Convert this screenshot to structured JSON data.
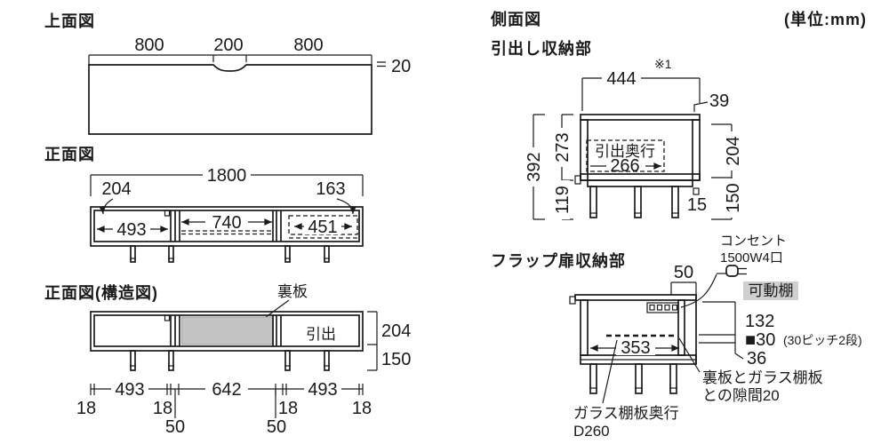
{
  "unit_note": "(単位:mm)",
  "colors": {
    "line": "#1a1a1a",
    "panel_fill": "#c4c4c4",
    "badge_bg": "#cfcfcf"
  },
  "top_view": {
    "title": "上面図",
    "dim_left": "800",
    "dim_center": "200",
    "dim_right": "800",
    "thickness": "20"
  },
  "front_view": {
    "title": "正面図",
    "total_width": "1800",
    "opening_height": "204",
    "drawer_front_height": "163",
    "left_width": "493",
    "middle_width": "740",
    "drawer_width": "451"
  },
  "structure_view": {
    "title": "正面図(構造図)",
    "back_panel_label": "裏板",
    "drawer_label": "引出",
    "body_height": "204",
    "leg_height": "150",
    "bottom_segments": [
      "18",
      "493",
      "18",
      "50",
      "642",
      "50",
      "18",
      "493",
      "18"
    ]
  },
  "side_view": {
    "title": "側面図",
    "drawer_section": {
      "subtitle": "引出し収納部",
      "footnote": "※1",
      "depth": "444",
      "top_frame": "39",
      "total_height": "392",
      "upper_height": "273",
      "lower_height": "119",
      "opening_height": "204",
      "leg_height": "150",
      "foot_height": "15",
      "drawer_depth_label": "引出奥行",
      "drawer_depth": "266"
    },
    "flap_section": {
      "subtitle": "フラップ扉収納部",
      "back_gap": "50",
      "outlet_line1": "コンセント",
      "outlet_line2": "1500W4口",
      "movable_shelf": "可動棚",
      "shelf_top": "132",
      "pitch_square": "■30",
      "pitch_note": "(30ピッチ2段)",
      "shelf_bottom": "36",
      "shelf_width": "353",
      "gap_line1": "裏板とガラス棚板",
      "gap_line2": "との隙間20",
      "glass_line1": "ガラス棚板奥行",
      "glass_line2": "D260"
    }
  }
}
